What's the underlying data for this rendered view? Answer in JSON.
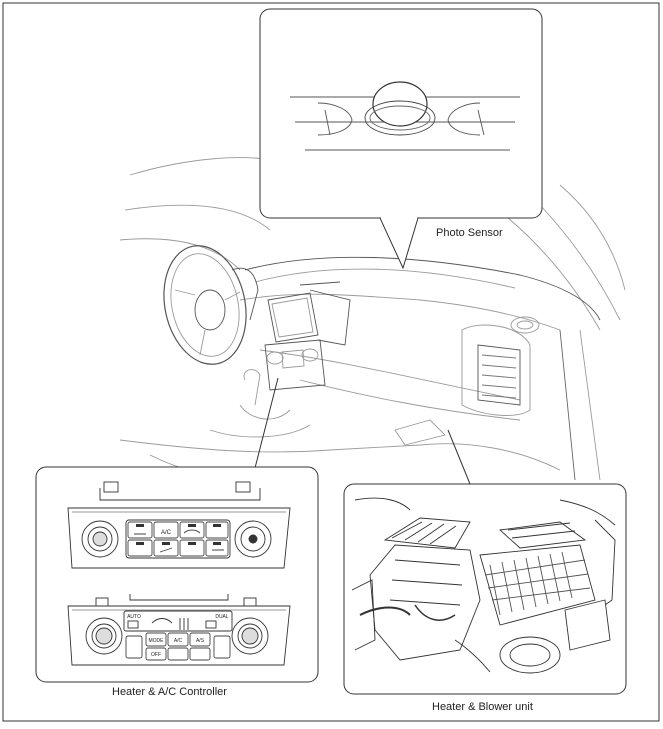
{
  "labels": {
    "photo_sensor": "Photo Sensor",
    "controller": "Heater & A/C Controller",
    "blower_unit": "Heater & Blower unit"
  },
  "controller": {
    "upper_buttons": [
      "A/C"
    ],
    "lower_buttons": [
      "AUTO",
      "DUAL",
      "MODE",
      "A/C",
      "A/S",
      "OFF"
    ]
  },
  "colors": {
    "line": "#444444",
    "light_line": "#9a9a9a",
    "background": "#ffffff"
  }
}
